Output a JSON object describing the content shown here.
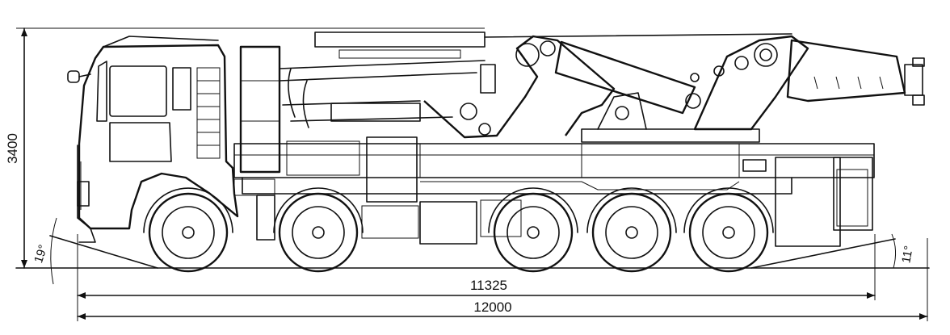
{
  "dimensions": {
    "height": "3400",
    "wheelbase_length": "11325",
    "overall_length": "12000",
    "approach_angle": "19°",
    "departure_angle": "11°"
  },
  "axles": 5,
  "line_color": "#111111",
  "background": "#ffffff"
}
